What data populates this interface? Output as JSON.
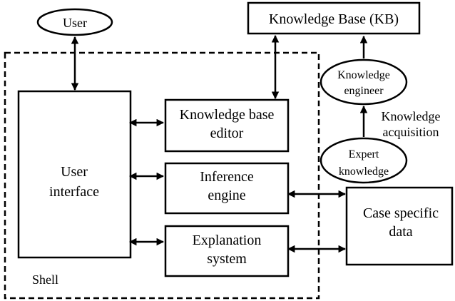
{
  "nodes": {
    "user": "User",
    "kb": "Knowledge Base (KB)",
    "knowledge_engineer": [
      "Knowledge",
      "engineer"
    ],
    "knowledge_acquisition": [
      "Knowledge",
      "acquisition"
    ],
    "expert_knowledge": [
      "Expert",
      "knowledge"
    ],
    "user_interface": [
      "User",
      "interface"
    ],
    "kb_editor": [
      "Knowledge base",
      "editor"
    ],
    "inference_engine": [
      "Inference",
      "engine"
    ],
    "explanation_system": [
      "Explanation",
      "system"
    ],
    "case_specific_data": [
      "Case specific",
      "data"
    ],
    "shell": "Shell"
  },
  "colors": {
    "stroke": "#000000",
    "background": "#ffffff"
  }
}
